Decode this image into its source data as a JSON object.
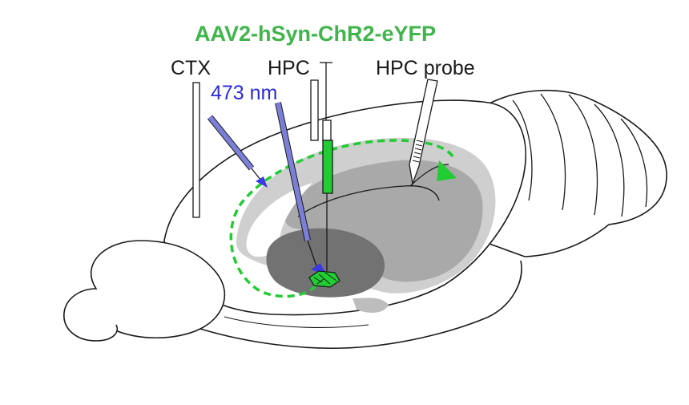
{
  "labels": {
    "virus": "AAV2-hSyn-ChR2-eYFP",
    "ctx": "CTX",
    "hpc": "HPC",
    "hpc_probe": "HPC probe",
    "wavelength": "473 nm"
  },
  "colors": {
    "virus_green": "#3fb54a",
    "expression_green": "#22cc33",
    "light_blue": "#2b2bd6",
    "fiber_blue": "#7b7fd8",
    "outline": "#1a1a1a",
    "tissue_light": "#c9c9c9",
    "tissue_mid": "#a3a3a3",
    "tissue_dark": "#6e6e6e"
  }
}
